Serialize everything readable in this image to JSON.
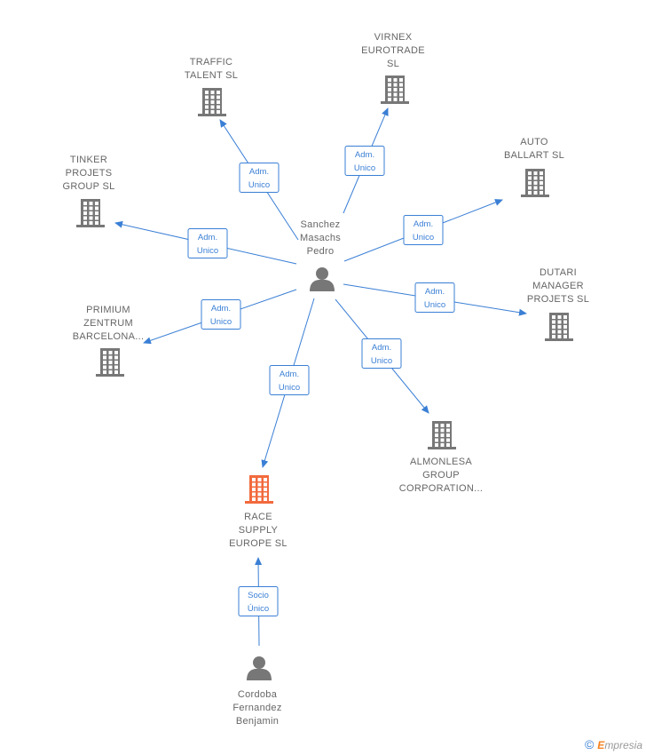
{
  "nodes": [
    {
      "id": "sanchez",
      "kind": "person",
      "lines": [
        "Sanchez",
        "Masachs",
        "Pedro"
      ],
      "color": "#777777"
    },
    {
      "id": "traffic",
      "kind": "company",
      "lines": [
        "TRAFFIC",
        "TALENT  SL"
      ],
      "color": "#777777"
    },
    {
      "id": "virnex",
      "kind": "company",
      "lines": [
        "VIRNEX",
        "EUROTRADE",
        "SL"
      ],
      "color": "#777777"
    },
    {
      "id": "auto",
      "kind": "company",
      "lines": [
        "AUTO",
        "BALLART  SL"
      ],
      "color": "#777777"
    },
    {
      "id": "tinker",
      "kind": "company",
      "lines": [
        "TINKER",
        "PROJETS",
        "GROUP  SL"
      ],
      "color": "#777777"
    },
    {
      "id": "dutari",
      "kind": "company",
      "lines": [
        "DUTARI",
        "MANAGER",
        "PROJETS  SL"
      ],
      "color": "#777777"
    },
    {
      "id": "primium",
      "kind": "company",
      "lines": [
        "PRIMIUM",
        "ZENTRUM",
        "BARCELONA..."
      ],
      "color": "#777777"
    },
    {
      "id": "almonlesa",
      "kind": "company",
      "lines": [
        "ALMONLESA",
        "GROUP",
        "CORPORATION..."
      ],
      "color": "#777777"
    },
    {
      "id": "race",
      "kind": "company",
      "focus": true,
      "lines": [
        "RACE",
        "SUPPLY",
        "EUROPE  SL"
      ],
      "color": "#f26a3d"
    },
    {
      "id": "cordoba",
      "kind": "person",
      "lines": [
        "Cordoba",
        "Fernandez",
        "Benjamin"
      ],
      "color": "#777777"
    }
  ],
  "edges": [
    {
      "from": "sanchez",
      "to": "traffic",
      "label": [
        "Adm.",
        "Unico"
      ]
    },
    {
      "from": "sanchez",
      "to": "virnex",
      "label": [
        "Adm.",
        "Unico"
      ]
    },
    {
      "from": "sanchez",
      "to": "auto",
      "label": [
        "Adm.",
        "Unico"
      ]
    },
    {
      "from": "sanchez",
      "to": "tinker",
      "label": [
        "Adm.",
        "Unico"
      ]
    },
    {
      "from": "sanchez",
      "to": "dutari",
      "label": [
        "Adm.",
        "Unico"
      ]
    },
    {
      "from": "sanchez",
      "to": "primium",
      "label": [
        "Adm.",
        "Unico"
      ]
    },
    {
      "from": "sanchez",
      "to": "almonlesa",
      "label": [
        "Adm.",
        "Unico"
      ]
    },
    {
      "from": "sanchez",
      "to": "race",
      "label": [
        "Adm.",
        "Unico"
      ]
    },
    {
      "from": "cordoba",
      "to": "race",
      "label": [
        "Socio",
        "Único"
      ]
    }
  ],
  "colors": {
    "edge": "#3a7fd5",
    "node": "#777777",
    "focus": "#f26a3d"
  },
  "footer": {
    "copyright": "©",
    "brand_initial": "E",
    "brand_rest": "mpresia"
  }
}
